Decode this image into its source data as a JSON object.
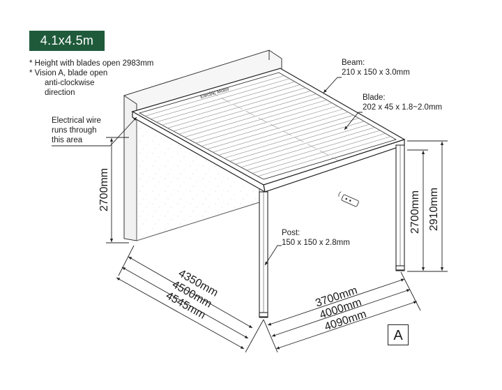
{
  "size_badge": "4.1x4.5m",
  "notes": {
    "line1": "* Height with blades open 2983mm",
    "line2": "* Vision A, blade open",
    "line3": "anti-clockwise",
    "line4": "direction"
  },
  "callouts": {
    "beam_title": "Beam:",
    "beam_spec": "210 x 150 x 3.0mm",
    "blade_title": "Blade:",
    "blade_spec": "202 x 45 x 1.8~2.0mm",
    "wire_line1": "Electrical wire",
    "wire_line2": "runs through",
    "wire_line3": "this area",
    "post_title": "Post:",
    "post_spec": "150 x 150 x 2.8mm",
    "motor": "Electric Motor"
  },
  "dimensions": {
    "wall_height": "2700mm",
    "post_height": "2700mm",
    "total_height": "2910mm",
    "depth_inner": "4350mm",
    "depth_mid": "4500mm",
    "depth_outer": "4545mm",
    "width_inner": "3700mm",
    "width_mid": "4000mm",
    "width_outer": "4090mm"
  },
  "view_label": "A",
  "colors": {
    "brand_green": "#1f5b3b",
    "line": "#222222"
  }
}
